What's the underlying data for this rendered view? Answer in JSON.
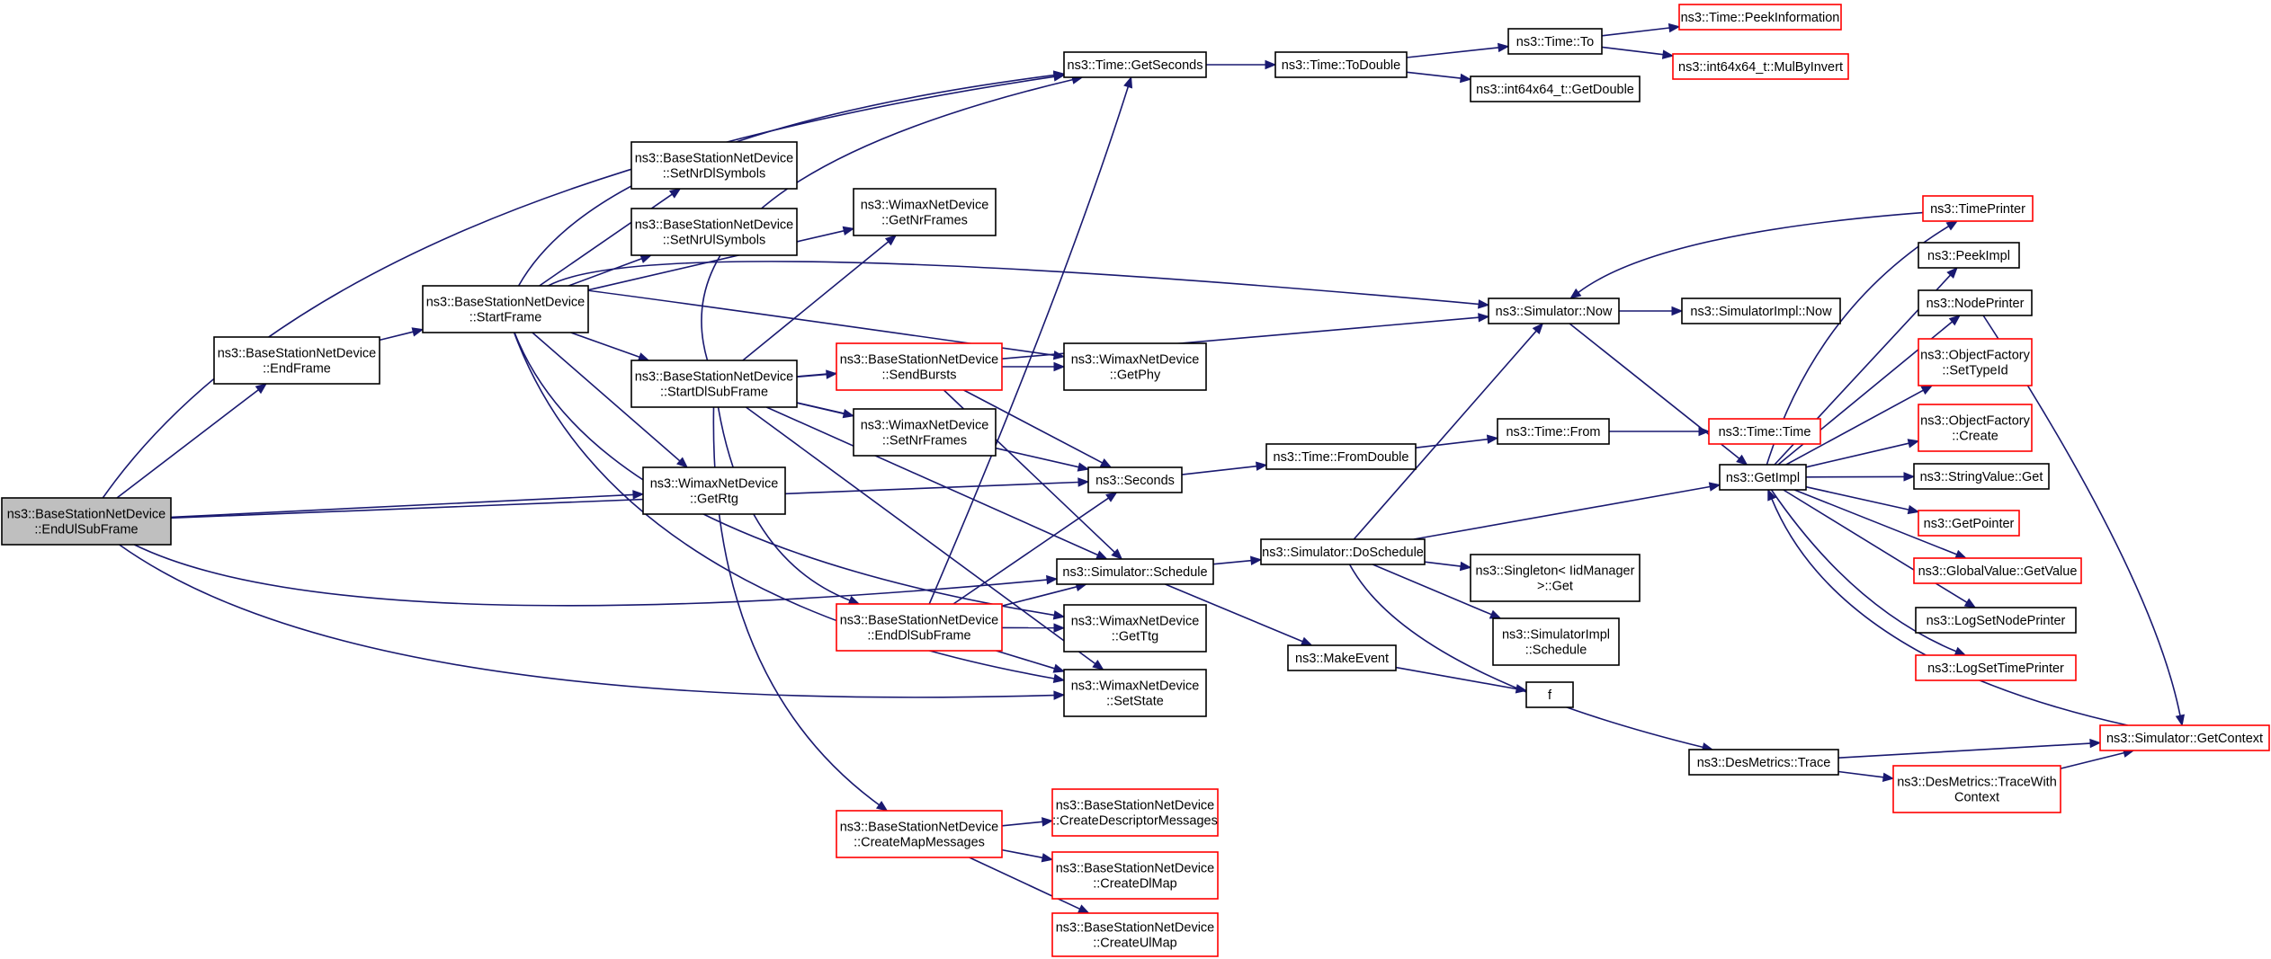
{
  "colors": {
    "edge": "#191970",
    "normal_border": "#000000",
    "red_border": "#ff0000",
    "root_fill": "#bfbfbf"
  },
  "nodes": [
    {
      "id": "endulsub",
      "lines": [
        "ns3::BaseStationNetDevice",
        "::EndUlSubFrame"
      ],
      "style": "root"
    },
    {
      "id": "endframe",
      "lines": [
        "ns3::BaseStationNetDevice",
        "::EndFrame"
      ],
      "style": "normal"
    },
    {
      "id": "startframe",
      "lines": [
        "ns3::BaseStationNetDevice",
        "::StartFrame"
      ],
      "style": "normal"
    },
    {
      "id": "setnrdl",
      "lines": [
        "ns3::BaseStationNetDevice",
        "::SetNrDlSymbols"
      ],
      "style": "normal"
    },
    {
      "id": "setnrul",
      "lines": [
        "ns3::BaseStationNetDevice",
        "::SetNrUlSymbols"
      ],
      "style": "normal"
    },
    {
      "id": "startdl",
      "lines": [
        "ns3::BaseStationNetDevice",
        "::StartDlSubFrame"
      ],
      "style": "normal"
    },
    {
      "id": "getrtg",
      "lines": [
        "ns3::WimaxNetDevice",
        "::GetRtg"
      ],
      "style": "normal"
    },
    {
      "id": "getnrframes",
      "lines": [
        "ns3::WimaxNetDevice",
        "::GetNrFrames"
      ],
      "style": "normal"
    },
    {
      "id": "sendbursts",
      "lines": [
        "ns3::BaseStationNetDevice",
        "::SendBursts"
      ],
      "style": "red"
    },
    {
      "id": "setnrframes",
      "lines": [
        "ns3::WimaxNetDevice",
        "::SetNrFrames"
      ],
      "style": "normal"
    },
    {
      "id": "enddl",
      "lines": [
        "ns3::BaseStationNetDevice",
        "::EndDlSubFrame"
      ],
      "style": "red"
    },
    {
      "id": "createmap",
      "lines": [
        "ns3::BaseStationNetDevice",
        "::CreateMapMessages"
      ],
      "style": "red"
    },
    {
      "id": "createdesc",
      "lines": [
        "ns3::BaseStationNetDevice",
        "::CreateDescriptorMessages"
      ],
      "style": "red"
    },
    {
      "id": "createdlmap",
      "lines": [
        "ns3::BaseStationNetDevice",
        "::CreateDlMap"
      ],
      "style": "red"
    },
    {
      "id": "createulmap",
      "lines": [
        "ns3::BaseStationNetDevice",
        "::CreateUlMap"
      ],
      "style": "red"
    },
    {
      "id": "getseconds",
      "lines": [
        "ns3::Time::GetSeconds"
      ],
      "style": "normal"
    },
    {
      "id": "getphy",
      "lines": [
        "ns3::WimaxNetDevice",
        "::GetPhy"
      ],
      "style": "normal"
    },
    {
      "id": "seconds",
      "lines": [
        "ns3::Seconds"
      ],
      "style": "normal"
    },
    {
      "id": "schedule",
      "lines": [
        "ns3::Simulator::Schedule"
      ],
      "style": "normal"
    },
    {
      "id": "getttg",
      "lines": [
        "ns3::WimaxNetDevice",
        "::GetTtg"
      ],
      "style": "normal"
    },
    {
      "id": "setstate",
      "lines": [
        "ns3::WimaxNetDevice",
        "::SetState"
      ],
      "style": "normal"
    },
    {
      "id": "todouble",
      "lines": [
        "ns3::Time::ToDouble"
      ],
      "style": "normal"
    },
    {
      "id": "fromdouble",
      "lines": [
        "ns3::Time::FromDouble"
      ],
      "style": "normal"
    },
    {
      "id": "doschedule",
      "lines": [
        "ns3::Simulator::DoSchedule"
      ],
      "style": "normal"
    },
    {
      "id": "makeevent",
      "lines": [
        "ns3::MakeEvent"
      ],
      "style": "normal"
    },
    {
      "id": "timeto",
      "lines": [
        "ns3::Time::To"
      ],
      "style": "normal"
    },
    {
      "id": "int64getdouble",
      "lines": [
        "ns3::int64x64_t::GetDouble"
      ],
      "style": "normal"
    },
    {
      "id": "timefrom",
      "lines": [
        "ns3::Time::From"
      ],
      "style": "normal"
    },
    {
      "id": "simnow",
      "lines": [
        "ns3::Simulator::Now"
      ],
      "style": "normal"
    },
    {
      "id": "singletonget",
      "lines": [
        "ns3::Singleton< IidManager",
        ">::Get"
      ],
      "style": "normal"
    },
    {
      "id": "simimplschedule",
      "lines": [
        "ns3::SimulatorImpl",
        "::Schedule"
      ],
      "style": "normal"
    },
    {
      "id": "f",
      "lines": [
        "f"
      ],
      "style": "normal"
    },
    {
      "id": "destrace",
      "lines": [
        "ns3::DesMetrics::Trace"
      ],
      "style": "normal"
    },
    {
      "id": "peekinfo",
      "lines": [
        "ns3::Time::PeekInformation"
      ],
      "style": "red"
    },
    {
      "id": "mulbyinvert",
      "lines": [
        "ns3::int64x64_t::MulByInvert"
      ],
      "style": "red"
    },
    {
      "id": "simimplnow",
      "lines": [
        "ns3::SimulatorImpl::Now"
      ],
      "style": "normal"
    },
    {
      "id": "timetime",
      "lines": [
        "ns3::Time::Time"
      ],
      "style": "red"
    },
    {
      "id": "getimpl",
      "lines": [
        "ns3::GetImpl"
      ],
      "style": "normal"
    },
    {
      "id": "tracewithctx",
      "lines": [
        "ns3::DesMetrics::TraceWith",
        "Context"
      ],
      "style": "red"
    },
    {
      "id": "timeprinter",
      "lines": [
        "ns3::TimePrinter"
      ],
      "style": "red"
    },
    {
      "id": "peekimpl",
      "lines": [
        "ns3::PeekImpl"
      ],
      "style": "normal"
    },
    {
      "id": "nodeprinter",
      "lines": [
        "ns3::NodePrinter"
      ],
      "style": "normal"
    },
    {
      "id": "ofsettypeid",
      "lines": [
        "ns3::ObjectFactory",
        "::SetTypeId"
      ],
      "style": "red"
    },
    {
      "id": "ofcreate",
      "lines": [
        "ns3::ObjectFactory",
        "::Create"
      ],
      "style": "red"
    },
    {
      "id": "stringvalueget",
      "lines": [
        "ns3::StringValue::Get"
      ],
      "style": "normal"
    },
    {
      "id": "getpointer",
      "lines": [
        "ns3::GetPointer"
      ],
      "style": "red"
    },
    {
      "id": "globalvalue",
      "lines": [
        "ns3::GlobalValue::GetValue"
      ],
      "style": "red"
    },
    {
      "id": "logsetnode",
      "lines": [
        "ns3::LogSetNodePrinter"
      ],
      "style": "normal"
    },
    {
      "id": "logsettime",
      "lines": [
        "ns3::LogSetTimePrinter"
      ],
      "style": "red"
    },
    {
      "id": "simgetcontext",
      "lines": [
        "ns3::Simulator::GetContext"
      ],
      "style": "red"
    }
  ],
  "edges": [
    [
      "endulsub",
      "endframe"
    ],
    [
      "endulsub",
      "getseconds"
    ],
    [
      "endulsub",
      "getrtg"
    ],
    [
      "endulsub",
      "seconds"
    ],
    [
      "endulsub",
      "schedule"
    ],
    [
      "endulsub",
      "setstate"
    ],
    [
      "endframe",
      "startframe"
    ],
    [
      "startframe",
      "getseconds"
    ],
    [
      "startframe",
      "setnrdl"
    ],
    [
      "startframe",
      "setnrul"
    ],
    [
      "startframe",
      "simnow"
    ],
    [
      "startframe",
      "getnrframes"
    ],
    [
      "startframe",
      "getphy"
    ],
    [
      "startframe",
      "startdl"
    ],
    [
      "startframe",
      "getrtg"
    ],
    [
      "startframe",
      "getttg"
    ],
    [
      "startframe",
      "setstate"
    ],
    [
      "startdl",
      "getseconds"
    ],
    [
      "startdl",
      "getnrframes"
    ],
    [
      "startdl",
      "simnow"
    ],
    [
      "startdl",
      "sendbursts"
    ],
    [
      "startdl",
      "setnrframes"
    ],
    [
      "startdl",
      "seconds"
    ],
    [
      "startdl",
      "schedule"
    ],
    [
      "startdl",
      "enddl"
    ],
    [
      "startdl",
      "setstate"
    ],
    [
      "startdl",
      "createmap"
    ],
    [
      "sendbursts",
      "getphy"
    ],
    [
      "sendbursts",
      "seconds"
    ],
    [
      "sendbursts",
      "schedule"
    ],
    [
      "enddl",
      "getseconds"
    ],
    [
      "enddl",
      "seconds"
    ],
    [
      "enddl",
      "schedule"
    ],
    [
      "enddl",
      "getttg"
    ],
    [
      "enddl",
      "setstate"
    ],
    [
      "createmap",
      "createdesc"
    ],
    [
      "createmap",
      "createdlmap"
    ],
    [
      "createmap",
      "createulmap"
    ],
    [
      "getseconds",
      "todouble"
    ],
    [
      "todouble",
      "timeto"
    ],
    [
      "todouble",
      "int64getdouble"
    ],
    [
      "timeto",
      "peekinfo"
    ],
    [
      "timeto",
      "mulbyinvert"
    ],
    [
      "seconds",
      "fromdouble"
    ],
    [
      "fromdouble",
      "timefrom"
    ],
    [
      "timefrom",
      "timetime"
    ],
    [
      "schedule",
      "doschedule"
    ],
    [
      "schedule",
      "makeevent"
    ],
    [
      "makeevent",
      "f"
    ],
    [
      "doschedule",
      "simnow"
    ],
    [
      "doschedule",
      "getimpl"
    ],
    [
      "doschedule",
      "singletonget"
    ],
    [
      "doschedule",
      "simimplschedule"
    ],
    [
      "doschedule",
      "destrace"
    ],
    [
      "simnow",
      "simimplnow"
    ],
    [
      "simnow",
      "getimpl"
    ],
    [
      "destrace",
      "simgetcontext"
    ],
    [
      "destrace",
      "tracewithctx"
    ],
    [
      "tracewithctx",
      "simgetcontext"
    ],
    [
      "getimpl",
      "timeprinter"
    ],
    [
      "getimpl",
      "peekimpl"
    ],
    [
      "getimpl",
      "nodeprinter"
    ],
    [
      "getimpl",
      "ofsettypeid"
    ],
    [
      "getimpl",
      "ofcreate"
    ],
    [
      "getimpl",
      "stringvalueget"
    ],
    [
      "getimpl",
      "getpointer"
    ],
    [
      "getimpl",
      "globalvalue"
    ],
    [
      "getimpl",
      "logsetnode"
    ],
    [
      "getimpl",
      "logsettime"
    ],
    [
      "timeprinter",
      "simnow"
    ],
    [
      "nodeprinter",
      "simgetcontext"
    ],
    [
      "simgetcontext",
      "getimpl"
    ]
  ]
}
